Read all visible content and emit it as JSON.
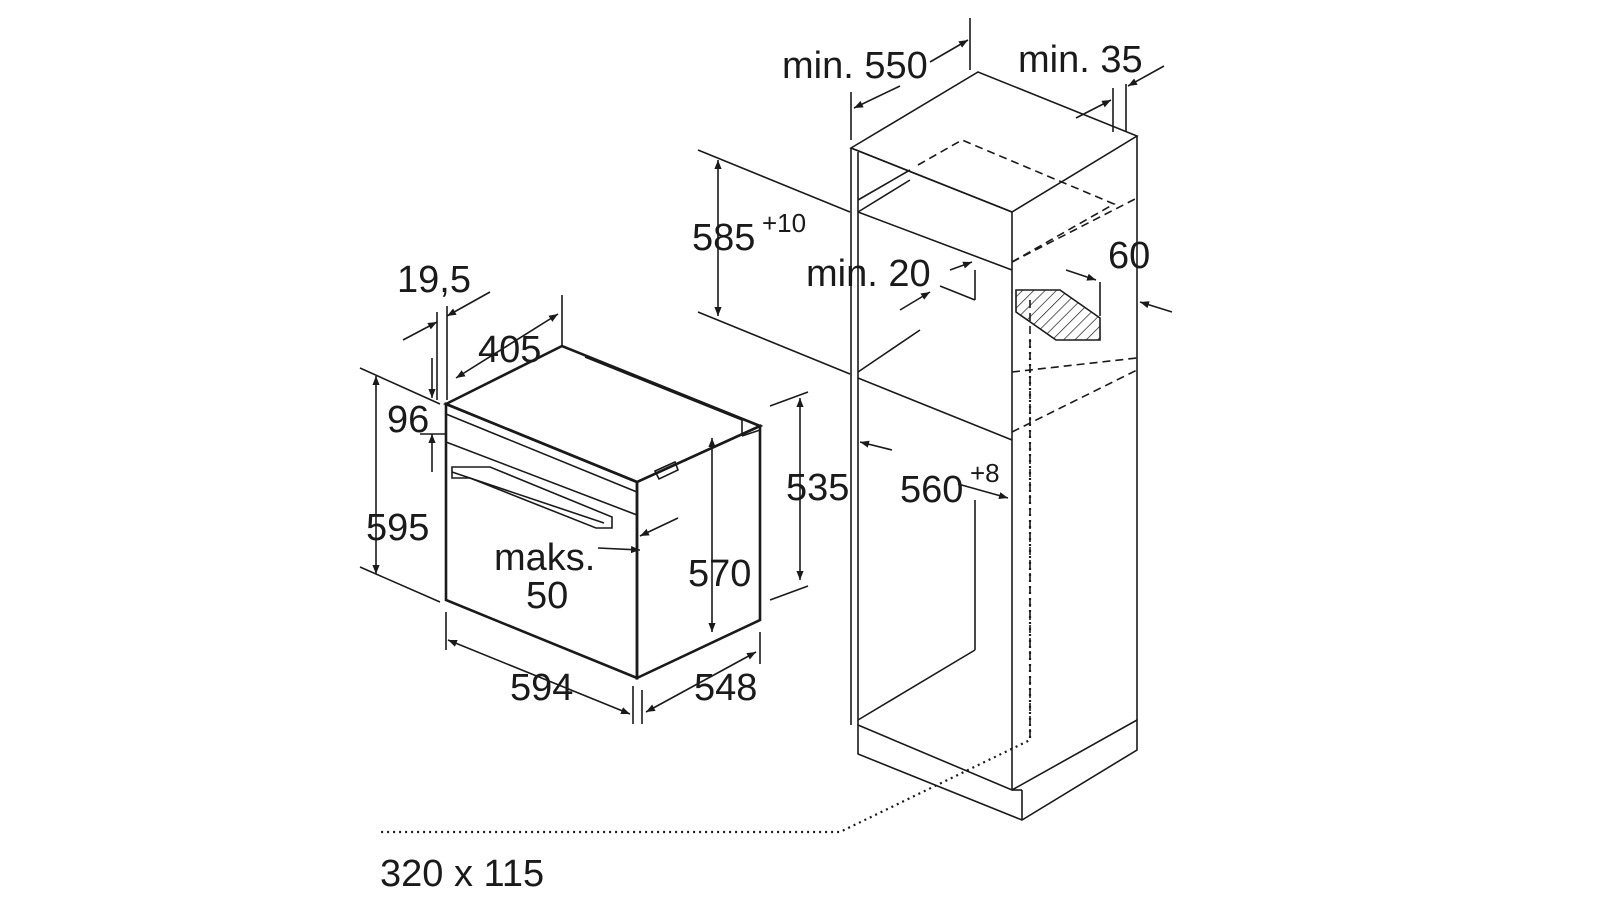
{
  "dimensions": {
    "depth_19_5": "19,5",
    "depth_405": "405",
    "height_96": "96",
    "height_595": "595",
    "handle_max_label": "maks.",
    "handle_max_value": "50",
    "height_570": "570",
    "height_535": "535",
    "width_594": "594",
    "depth_548": "548",
    "cabinet_depth_min_label": "min. 550",
    "cabinet_gap_min_label": "min. 35",
    "niche_height": "585",
    "niche_height_tolerance": "+10",
    "shelf_gap_min_label": "min. 20",
    "vent_depth": "60",
    "niche_width": "560",
    "niche_width_tolerance": "+8",
    "vent_opening": "320 x 115"
  }
}
